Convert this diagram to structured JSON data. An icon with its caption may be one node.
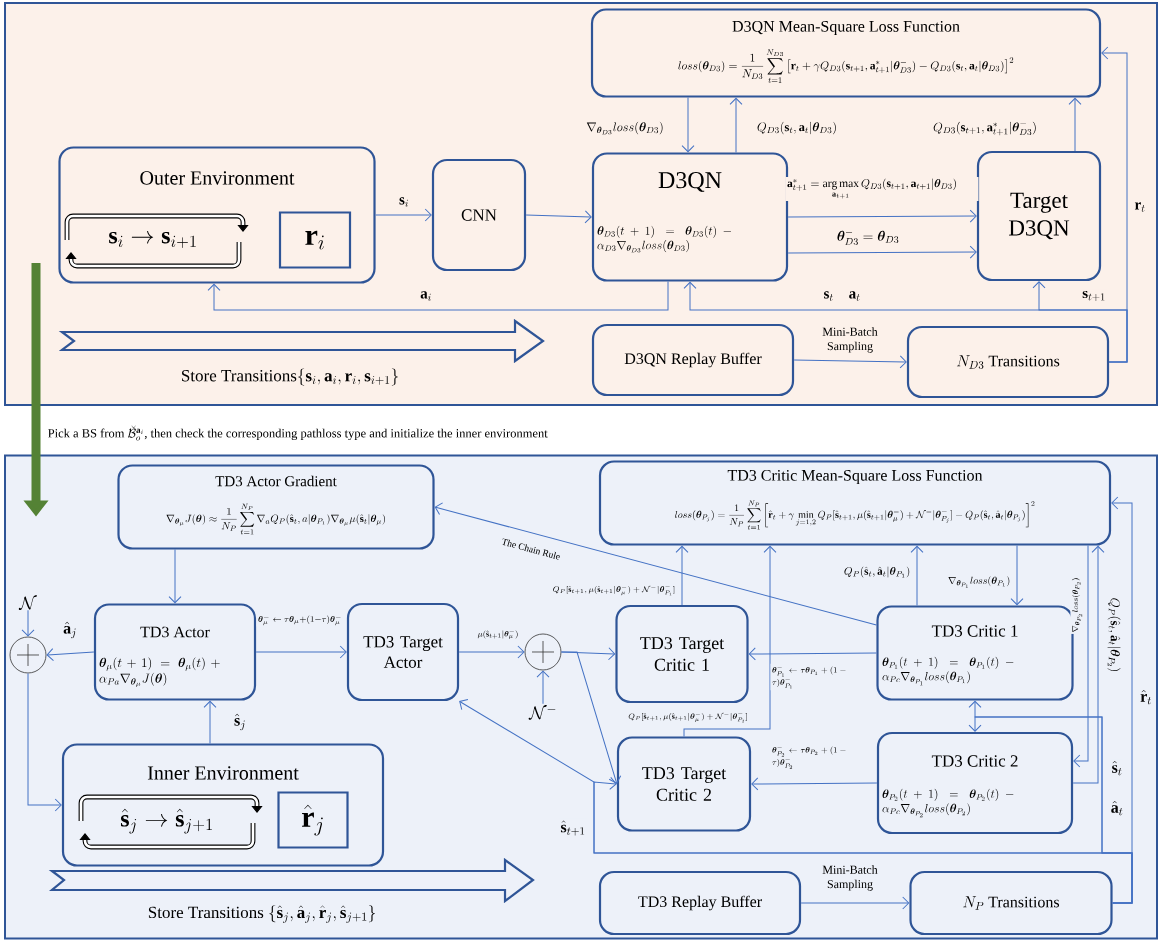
{
  "diagram": {
    "nodes": [
      {
        "text": [],
        "shape": "box"
      },
      {
        "text": [
          "Outer Environment",
          "\\mathbf{s}_i \\rightarrow \\mathbf{s}_{i+1}"
        ],
        "in": 0
      },
      {
        "text": [
          "\\mathbf{r}_i"
        ],
        "in": 1
      },
      {
        "text": [
          "CNN"
        ],
        "in": 0
      },
      {
        "text": [
          "D3QN",
          "\\boldsymbol{\\theta}_{D3}(t+1) = \\boldsymbol{\\theta}_{D3}(t) - \\alpha_{D3}\\nabla_{\\boldsymbol{\\theta}_{D3}} loss(\\boldsymbol{\\theta}_{D3})"
        ],
        "in": 0
      },
      {
        "text": [
          "Target D3QN"
        ],
        "in": 0
      },
      {
        "text": [
          "D3QN Mean-Square Loss Function",
          "loss(\\boldsymbol{\\theta}_{D3}) = \\frac{1}{N_{D3}}\\sum_{t=1}^{N_{D3}}\\left[\\mathbf{r}_t + \\gamma Q_{D3}(\\mathbf{s}_{t+1}, \\mathbf{a}^*_{t+1}|\\boldsymbol{\\theta}^-_{D3}) - Q_{D3}(\\mathbf{s}_t, \\mathbf{a}_t|\\boldsymbol{\\theta}_{D3})\\right]^2"
        ],
        "in": 0
      },
      {
        "text": [
          "D3QN Replay Buffer"
        ],
        "in": 0
      },
      {
        "text": [
          "N_{D3}\\text{ Transitions}"
        ],
        "in": 0
      },
      {
        "text": [],
        "shape": "box"
      },
      {
        "text": [
          "TD3 Actor Gradient",
          "\\nabla_{\\boldsymbol{\\theta}_\\mu} J(\\boldsymbol{\\theta}) \\approx \\frac{1}{N_P}\\sum_{t=1}^{N_P}\\nabla_a Q_P(\\hat{\\mathbf{s}}_t, a|\\boldsymbol{\\theta}_{P_1})\\nabla_{\\boldsymbol{\\theta}_\\mu}\\mu(\\hat{\\mathbf{s}}_t|\\boldsymbol{\\theta}_\\mu)"
        ],
        "in": 9
      },
      {
        "text": [],
        "shape": "circle",
        "in": 9
      },
      {
        "text": [
          "TD3 Actor",
          "\\boldsymbol{\\theta}_\\mu(t+1) = \\boldsymbol{\\theta}_\\mu(t) + \\alpha_{Pa}\\nabla_{\\boldsymbol{\\theta}_\\mu} J(\\boldsymbol{\\theta})"
        ],
        "in": 9
      },
      {
        "text": [
          "TD3 Target Actor"
        ],
        "in": 9
      },
      {
        "text": [],
        "shape": "circle",
        "in": 9
      },
      {
        "text": [
          "TD3 Critic Mean-Square Loss Function",
          "loss(\\boldsymbol{\\theta}_{P_j}) = \\frac{1}{N_P}\\sum_{t=1}^{N_P}\\left[\\hat{\\mathbf{r}}_t + \\gamma \\min_{j=1,2} Q_P[\\hat{\\mathbf{s}}_{t+1}, \\mu(\\hat{\\mathbf{s}}_{t+1}|\\boldsymbol{\\theta}^-_\\mu) + \\mathcal{N}^-|\\boldsymbol{\\theta}^-_{P_j}] - Q_P(\\hat{\\mathbf{s}}_t, \\hat{\\mathbf{a}}_t|\\boldsymbol{\\theta}_{P_j})\\right]^2"
        ],
        "in": 9
      },
      {
        "text": [
          "TD3 Target Critic 1"
        ],
        "in": 9
      },
      {
        "text": [
          "TD3 Critic 1",
          "\\boldsymbol{\\theta}_{P_1}(t+1) = \\boldsymbol{\\theta}_{P_1}(t) - \\alpha_{Pc}\\nabla_{\\boldsymbol{\\theta}_{P_1}} loss(\\boldsymbol{\\theta}_{P_1})"
        ],
        "in": 9
      },
      {
        "text": [
          "Inner Environment",
          "\\hat{\\mathbf{s}}_j \\rightarrow \\hat{\\mathbf{s}}_{j+1}"
        ],
        "in": 9
      },
      {
        "text": [
          "\\hat{\\mathbf{r}}_j"
        ],
        "in": 18
      },
      {
        "text": [
          "TD3 Target Critic 2"
        ],
        "in": 9
      },
      {
        "text": [
          "TD3 Critic 2",
          "\\boldsymbol{\\theta}_{P_2}(t+1) = \\boldsymbol{\\theta}_{P_2}(t) - \\alpha_{Pc}\\nabla_{\\boldsymbol{\\theta}_{P_2}} loss(\\boldsymbol{\\theta}_{P_2})"
        ],
        "in": 9
      },
      {
        "text": [
          "TD3 Replay Buffer"
        ],
        "in": 9
      },
      {
        "text": [
          "N_P\\text{ Transitions}"
        ],
        "in": 9
      },
      {
        "text": [
          "\\mathcal{N}"
        ],
        "in": 9
      },
      {
        "text": [
          "\\mathcal{N}^-"
        ],
        "in": 9
      }
    ],
    "edges": [
      {
        "from": 1,
        "to": 3,
        "arrow": "to",
        "label": "\\mathbf{s}_i"
      },
      {
        "from": 3,
        "to": 4,
        "arrow": "to"
      },
      {
        "from": 4,
        "to": 1,
        "arrow": "to",
        "label": "\\mathbf{a}_i"
      },
      {
        "from": 6,
        "to": 4,
        "arrow": "to",
        "label": "\\nabla_{\\boldsymbol{\\theta}_{D3}} loss(\\boldsymbol{\\theta}_{D3})"
      },
      {
        "from": 4,
        "to": 6,
        "arrow": "to",
        "label": "Q_{D3}(\\mathbf{s}_t, \\mathbf{a}_t|\\boldsymbol{\\theta}_{D3})"
      },
      {
        "from": 4,
        "to": 5,
        "arrow": "to",
        "label": "\\mathbf{a}^*_{t+1} = \\mathop{\\arg\\max}\\limits_{\\mathbf{a}_{t+1}} Q_{D3}(\\mathbf{s}_{t+1}, \\mathbf{a}_{t+1}|\\boldsymbol{\\theta}_{D3})"
      },
      {
        "from": 4,
        "to": 5,
        "arrow": "to",
        "label": "\\boldsymbol{\\theta}^-_{D3} = \\boldsymbol{\\theta}_{D3}"
      },
      {
        "from": 5,
        "to": 6,
        "arrow": "to",
        "label": "Q_{D3}(\\mathbf{s}_{t+1}, \\mathbf{a}^*_{t+1}|\\boldsymbol{\\theta}^-_{D3})"
      },
      {
        "from": 7,
        "to": 8,
        "arrow": "to",
        "label": "Mini-Batch Sampling"
      },
      {
        "from": 8,
        "to": 6,
        "arrow": "to",
        "label": "\\mathbf{r}_t"
      },
      {
        "from": 8,
        "to": 4,
        "arrow": "to",
        "label": "\\mathbf{s}_t \\quad \\mathbf{a}_t"
      },
      {
        "from": 8,
        "to": 5,
        "arrow": "to",
        "label": "\\mathbf{s}_{t+1}"
      },
      {
        "from": 0,
        "to": 9,
        "arrow": "to",
        "style": "thick",
        "color": "#548235",
        "label": "\\text{Pick a BS from } \\breve{\\mathcal{B}}_o^{\\mathbf{a}_i}\\text{, then check the corresponding pathloss type and initialize the inner environment}"
      },
      {
        "from": 10,
        "to": 12,
        "arrow": "to"
      },
      {
        "from": 12,
        "to": 11,
        "arrow": "to",
        "label": "\\hat{\\mathbf{a}}_j"
      },
      {
        "from": 24,
        "to": 11,
        "arrow": "to"
      },
      {
        "from": 11,
        "to": 18,
        "arrow": "to"
      },
      {
        "from": 18,
        "to": 12,
        "arrow": "to",
        "label": "\\hat{\\mathbf{s}}_j"
      },
      {
        "from": 12,
        "to": 13,
        "arrow": "to",
        "label": "\\boldsymbol{\\theta}^-_\\mu \\leftarrow \\tau\\boldsymbol{\\theta}_\\mu + (1-\\tau)\\boldsymbol{\\theta}^-_\\mu"
      },
      {
        "from": 13,
        "to": 14,
        "arrow": "to",
        "label": "\\mu(\\hat{\\mathbf{s}}_{t+1}|\\boldsymbol{\\theta}^-_\\mu)"
      },
      {
        "from": 25,
        "to": 14,
        "arrow": "to"
      },
      {
        "from": 14,
        "to": 16,
        "arrow": "to"
      },
      {
        "from": 14,
        "to": 20,
        "arrow": "to"
      },
      {
        "from": 17,
        "to": 10,
        "arrow": "to",
        "label": "The Chain Rule"
      },
      {
        "from": 16,
        "to": 15,
        "arrow": "to",
        "label": "Q_P[\\hat{\\mathbf{s}}_{t+1}, \\mu(\\hat{\\mathbf{s}}_{t+1}|\\boldsymbol{\\theta}^-_\\mu) + \\mathcal{N}^-|\\boldsymbol{\\theta}^-_{P_1}]"
      },
      {
        "from": 20,
        "to": 15,
        "arrow": "to",
        "label": "Q_P[\\hat{\\mathbf{s}}_{t+1}, \\mu(\\hat{\\mathbf{s}}_{t+1}|\\boldsymbol{\\theta}^-_\\mu) + \\mathcal{N}^-|\\boldsymbol{\\theta}^-_{P_2}]"
      },
      {
        "from": 17,
        "to": 15,
        "arrow": "to",
        "label": "Q_P(\\hat{\\mathbf{s}}_t, \\hat{\\mathbf{a}}_t|\\boldsymbol{\\theta}_{P_1})"
      },
      {
        "from": 15,
        "to": 17,
        "arrow": "to",
        "label": "\\nabla_{\\boldsymbol{\\theta}_{P_1}} loss(\\boldsymbol{\\theta}_{P_1})"
      },
      {
        "from": 15,
        "to": 21,
        "arrow": "to",
        "label": "\\nabla_{\\boldsymbol{\\theta}_{P_2}} loss(\\boldsymbol{\\theta}_{P_2})"
      },
      {
        "from": 21,
        "to": 15,
        "arrow": "to",
        "label": "Q_P(\\hat{\\mathbf{s}}_t, \\hat{\\mathbf{a}}_t|\\boldsymbol{\\theta}_{P_2})"
      },
      {
        "from": 17,
        "to": 16,
        "arrow": "to",
        "label": "\\boldsymbol{\\theta}^-_{P_1} \\leftarrow \\tau\\boldsymbol{\\theta}_{P_1} + (1-\\tau)\\boldsymbol{\\theta}^-_{P_1}"
      },
      {
        "from": 21,
        "to": 20,
        "arrow": "to",
        "label": "\\boldsymbol{\\theta}^-_{P_2} \\leftarrow \\tau\\boldsymbol{\\theta}_{P_2} + (1-\\tau)\\boldsymbol{\\theta}^-_{P_2}"
      },
      {
        "from": 22,
        "to": 23,
        "arrow": "to",
        "label": "Mini-Batch Sampling"
      },
      {
        "from": 23,
        "to": 15,
        "arrow": "to",
        "label": "\\hat{\\mathbf{r}}_t"
      },
      {
        "from": 23,
        "to": 17,
        "arrow": "to",
        "label": "\\hat{\\mathbf{s}}_t"
      },
      {
        "from": 23,
        "to": 21,
        "arrow": "to",
        "label": "\\hat{\\mathbf{a}}_t"
      },
      {
        "from": 23,
        "to": 20,
        "arrow": "to",
        "label": "\\hat{\\mathbf{s}}_{t+1}"
      },
      {
        "from": 23,
        "to": 13,
        "arrow": "to"
      }
    ],
    "labels": [
      "\\text{Store Transitions}\\{\\mathbf{s}_i, \\mathbf{a}_i, \\mathbf{r}_i, \\mathbf{s}_{i+1}\\}",
      "\\text{Store Transitions }\\{\\hat{\\mathbf{s}}_j, \\hat{\\mathbf{a}}_j, \\hat{\\mathbf{r}}_j, \\hat{\\mathbf{s}}_{j+1}\\}"
    ]
  }
}
